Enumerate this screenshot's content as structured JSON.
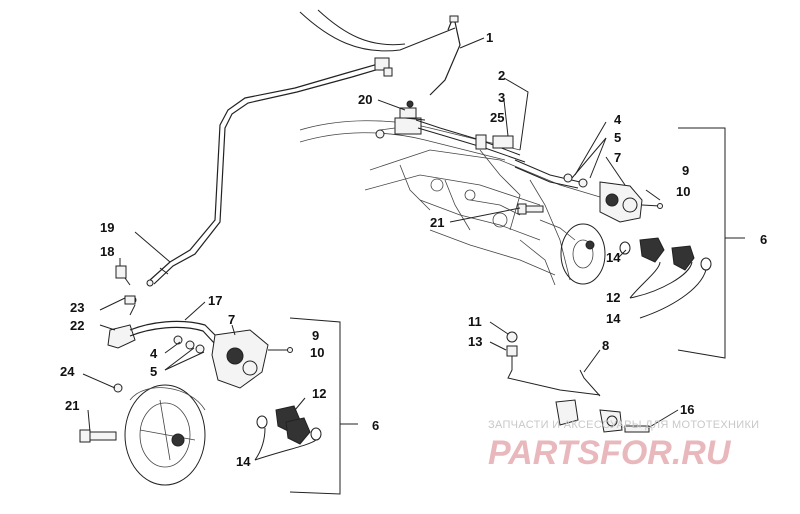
{
  "callouts": {
    "c1": "1",
    "c2": "2",
    "c3": "3",
    "c4a": "4",
    "c5a": "5",
    "c7a": "7",
    "c9a": "9",
    "c10a": "10",
    "c6a": "6",
    "c20": "20",
    "c25": "25",
    "c21a": "21",
    "c14a": "14",
    "c12a": "12",
    "c14b": "14",
    "c19": "19",
    "c18": "18",
    "c23": "23",
    "c22": "22",
    "c17": "17",
    "c7b": "7",
    "c9b": "9",
    "c10b": "10",
    "c4b": "4",
    "c5b": "5",
    "c24": "24",
    "c21b": "21",
    "c12b": "12",
    "c14c": "14",
    "c6b": "6",
    "c11": "11",
    "c13": "13",
    "c8": "8",
    "c16": "16"
  },
  "watermark": {
    "tagline": "ЗАПЧАСТИ И АКСЕССУАРЫ ДЛЯ МОТОТЕХНИКИ",
    "brand": "PARTSFOR.RU"
  }
}
